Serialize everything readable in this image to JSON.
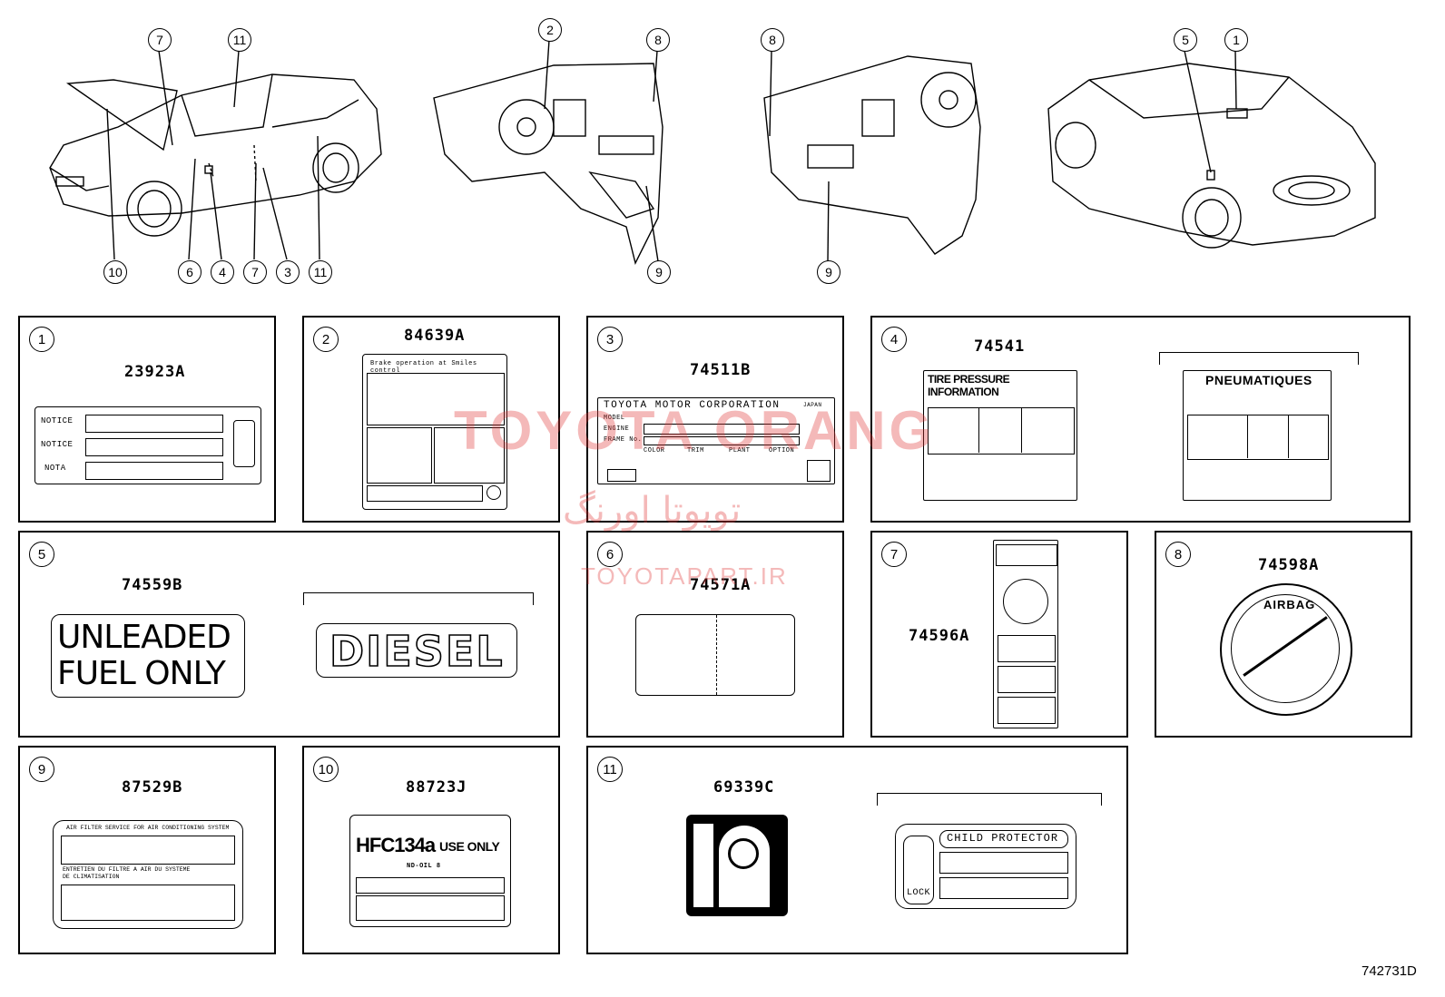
{
  "doc_number": "742731D",
  "watermark": {
    "brand": "TOYOTA ORANG",
    "persian": "تویوتا اورنگ",
    "site": "TOYOTAPART.IR"
  },
  "views": {
    "front_callouts": [
      "7",
      "11",
      "10",
      "6",
      "4",
      "7",
      "3",
      "11"
    ],
    "dash_lhd_callouts": [
      "2",
      "8",
      "9"
    ],
    "dash_rhd_callouts": [
      "8",
      "9"
    ],
    "rear_callouts": [
      "5",
      "1"
    ]
  },
  "panels": [
    {
      "n": "1",
      "part": "23923A",
      "rows": [
        "NOTICE",
        "NOTICE",
        "NOTA"
      ]
    },
    {
      "n": "2",
      "part": "84639A",
      "header": "Brake operation at Smiles control"
    },
    {
      "n": "3",
      "part": "74511B",
      "title": "TOYOTA MOTOR CORPORATION",
      "origin": "JAPAN",
      "rows": [
        "MODEL",
        "ENGINE",
        "FRAME No."
      ],
      "cols": [
        "COLOR",
        "TRIM",
        "PLANT",
        "OPTION"
      ]
    },
    {
      "n": "4",
      "part": "74541",
      "left_title": "TIRE PRESSURE INFORMATION",
      "right_title": "PNEUMATIQUES"
    },
    {
      "n": "5",
      "part": "74559B",
      "line1": "UNLEADED",
      "line2": "FUEL ONLY",
      "alt": "DIESEL"
    },
    {
      "n": "6",
      "part": "74571A"
    },
    {
      "n": "7",
      "part": "74596A"
    },
    {
      "n": "8",
      "part": "74598A",
      "ring": "AIRBAG"
    },
    {
      "n": "9",
      "part": "87529B",
      "line1": "AIR FILTER SERVICE FOR AIR CONDITIONING SYSTEM",
      "line2": "ENTRETIEN DU FILTRE A AIR DU SYSTEME",
      "line3": "DE CLIMATISATION"
    },
    {
      "n": "10",
      "part": "88723J",
      "big": "HFC134a",
      "small": "USE ONLY",
      "oil": "ND-OIL 8"
    },
    {
      "n": "11",
      "part": "69339C",
      "protector": "CHILD PROTECTOR",
      "lock": "LOCK"
    }
  ]
}
